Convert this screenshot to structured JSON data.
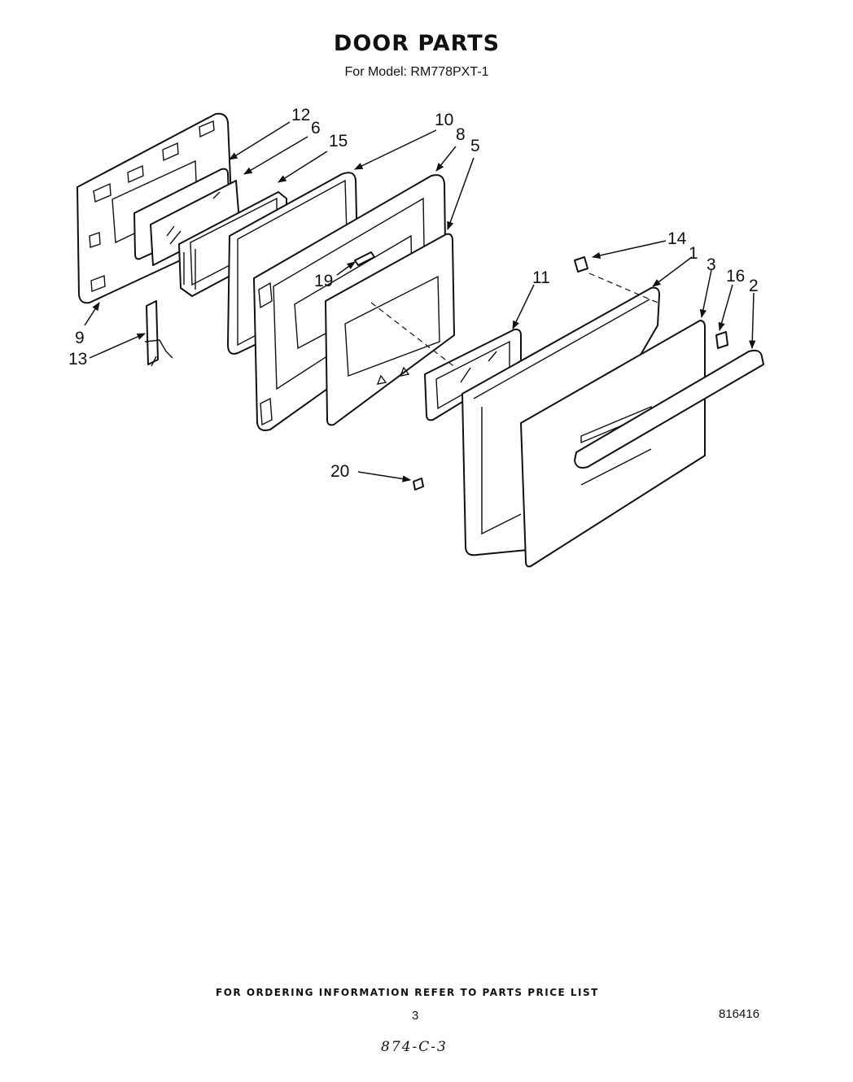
{
  "header": {
    "title": "DOOR PARTS",
    "subtitle": "For Model: RM778PXT-1"
  },
  "callouts": [
    {
      "id": "12",
      "label": "12"
    },
    {
      "id": "6",
      "label": "6"
    },
    {
      "id": "15",
      "label": "15"
    },
    {
      "id": "10",
      "label": "10"
    },
    {
      "id": "8",
      "label": "8"
    },
    {
      "id": "5",
      "label": "5"
    },
    {
      "id": "14",
      "label": "14"
    },
    {
      "id": "1",
      "label": "1"
    },
    {
      "id": "3",
      "label": "3"
    },
    {
      "id": "16",
      "label": "16"
    },
    {
      "id": "2",
      "label": "2"
    },
    {
      "id": "11",
      "label": "11"
    },
    {
      "id": "19",
      "label": "19"
    },
    {
      "id": "9",
      "label": "9"
    },
    {
      "id": "13",
      "label": "13"
    },
    {
      "id": "20",
      "label": "20"
    }
  ],
  "footer": {
    "ordering_note": "FOR ORDERING INFORMATION REFER TO PARTS PRICE LIST",
    "page_number": "3",
    "code": "816416",
    "handwritten": "874-C-3"
  }
}
